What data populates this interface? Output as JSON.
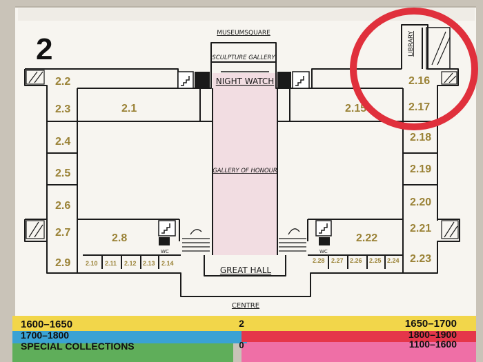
{
  "floor_number": "2",
  "labels": {
    "museumsquare": "MUSEUMSQUARE",
    "sculpture_gallery": "SCULPTURE GALLERY",
    "night_watch": "NIGHT WATCH",
    "gallery_of_honour": "GALLERY OF HONOUR",
    "great_hall": "GREAT HALL",
    "centre": "CENTRE",
    "library": "LIBRARY",
    "wc": "WC"
  },
  "rooms": {
    "r2_1": "2.1",
    "r2_2": "2.2",
    "r2_3": "2.3",
    "r2_4": "2.4",
    "r2_5": "2.5",
    "r2_6": "2.6",
    "r2_7": "2.7",
    "r2_8": "2.8",
    "r2_9": "2.9",
    "r2_10": "2.10",
    "r2_11": "2.11",
    "r2_12": "2.12",
    "r2_13": "2.13",
    "r2_14": "2.14",
    "r2_15": "2.15",
    "r2_16": "2.16",
    "r2_17": "2.17",
    "r2_18": "2.18",
    "r2_19": "2.19",
    "r2_20": "2.20",
    "r2_21": "2.21",
    "r2_22": "2.22",
    "r2_23": "2.23",
    "r2_24": "2.24",
    "r2_25": "2.25",
    "r2_26": "2.26",
    "r2_27": "2.27",
    "r2_28": "2.28"
  },
  "tabs": {
    "yellow_left": "1600–1650",
    "yellow_center": "2",
    "yellow_right": "1650–1700",
    "blue_left": "1700–1800",
    "red_right": "1800–1900",
    "green_left": "SPECIAL COLLECTIONS",
    "green_center": "0",
    "pink_right": "1100–1600"
  },
  "colors": {
    "paper": "#f7f5f0",
    "ink": "#1a1a1a",
    "room_number": "#9a8236",
    "gallery_pink": "#f2dde2",
    "highlight_circle": "#e0303c",
    "tab_yellow": "#f2d64a",
    "tab_blue": "#3aa2d4",
    "tab_red": "#e5364a",
    "tab_green": "#5fae5a",
    "tab_pink": "#ef6fa6"
  }
}
